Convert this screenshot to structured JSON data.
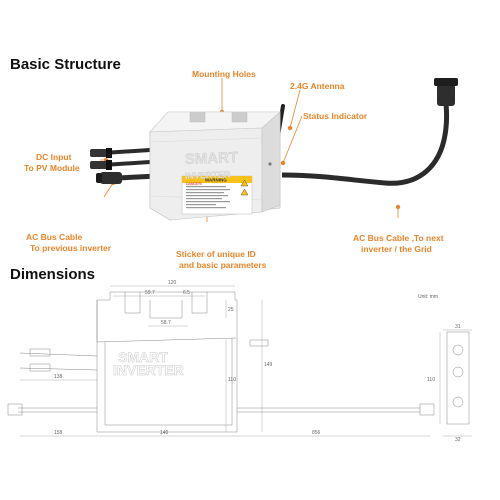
{
  "headings": {
    "basic_structure": "Basic Structure",
    "dimensions": "Dimensions"
  },
  "callouts": {
    "mounting_holes": "Mounting Holes",
    "antenna": "2.4G Antenna",
    "status_indicator": "Status Indicator",
    "dc_input_line1": "DC Input",
    "dc_input_line2": "To PV Module",
    "ac_bus_prev_line1": "AC Bus Cable",
    "ac_bus_prev_line2": "To previous inverter",
    "sticker_line1": "Sticker of unique ID",
    "sticker_line2": "and basic parameters",
    "ac_bus_next_line1": "AC Bus Cable ,To next",
    "ac_bus_next_line2": "inverter / the Grid"
  },
  "device": {
    "brand_line1": "SMART",
    "brand_line2": "INVERTER",
    "warning_label": "WARNING",
    "danger_label": "DANGER!"
  },
  "drawing": {
    "unit": "Unit: mm",
    "dims": {
      "top_width": "120",
      "hole_span": "59.7",
      "hole_offset": "6.5",
      "slot_width": "58.7",
      "slot_depth": "25",
      "body_height": "110",
      "total_height": "149",
      "dc_lead": "138",
      "ac_lead_left": "158",
      "body_width": "140",
      "ac_lead_right": "856",
      "side_width": "31",
      "side_height": "110",
      "side_base": "32"
    }
  },
  "colors": {
    "callout": "#e8852b",
    "housing": "#eeeeee",
    "cable": "#2b2b2b",
    "sticker": "#f7c21a"
  }
}
